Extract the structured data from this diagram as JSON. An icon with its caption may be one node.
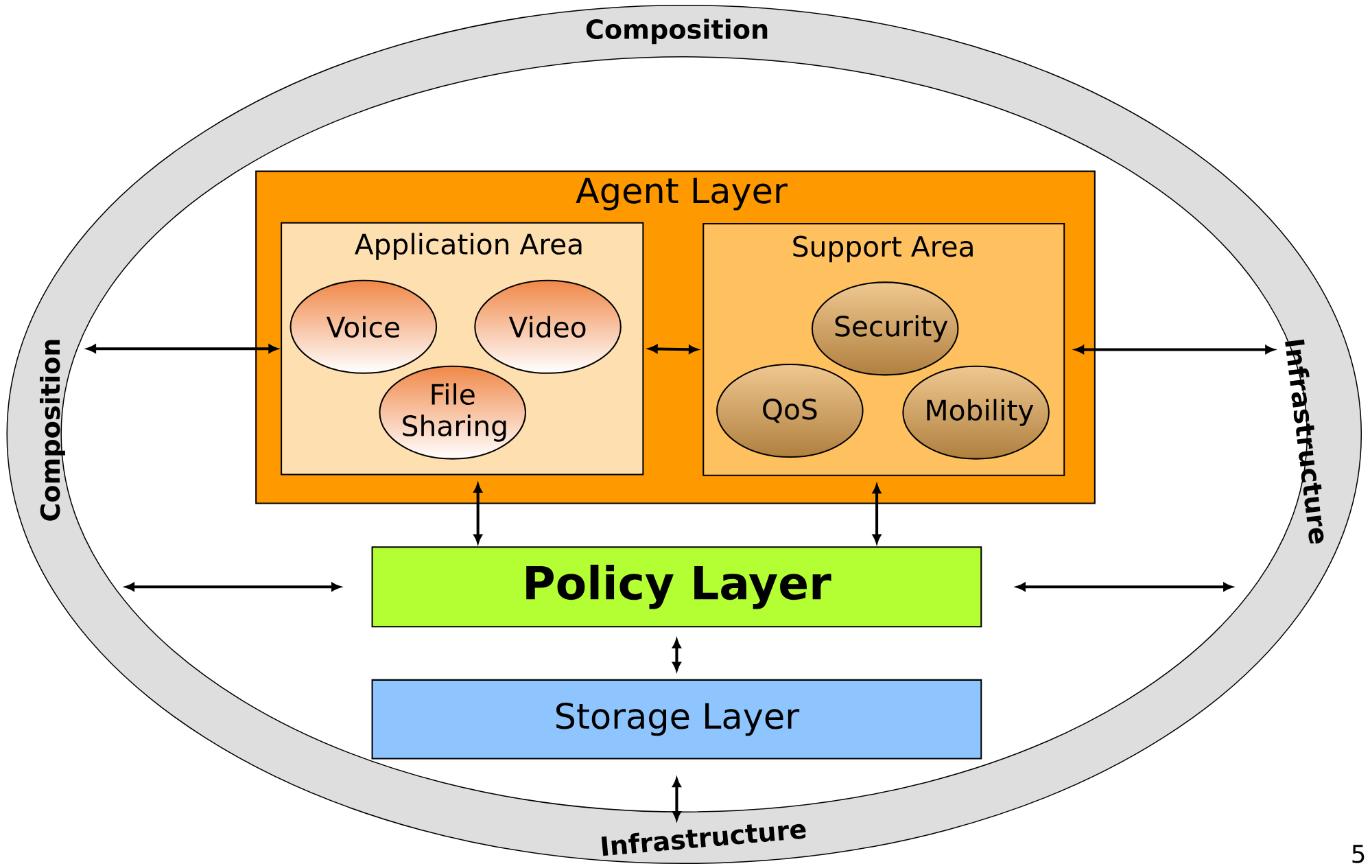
{
  "diagram": {
    "nodes": [
      {
        "text": [
          "Composition"
        ]
      },
      {
        "text": [
          "Infrastructure"
        ]
      },
      {
        "text": [
          "Infrastructure"
        ]
      },
      {
        "text": [
          "Agent Layer"
        ]
      },
      {
        "text": [
          "Application Area"
        ],
        "in": 3
      },
      {
        "text": [
          "Voice"
        ],
        "in": 4
      },
      {
        "text": [
          "Video"
        ],
        "in": 4
      },
      {
        "text": [
          "File Sharing"
        ],
        "in": 4
      },
      {
        "text": [
          "Support Area"
        ],
        "in": 3
      },
      {
        "text": [
          "Security"
        ],
        "in": 8
      },
      {
        "text": [
          "QoS"
        ],
        "in": 8
      },
      {
        "text": [
          "Mobility"
        ],
        "in": 8
      },
      {
        "text": [
          "Policy Layer"
        ]
      },
      {
        "text": [
          "Storage Layer"
        ]
      }
    ],
    "edges": [
      {
        "from": 0,
        "to": 4,
        "arrow": "both"
      },
      {
        "from": 4,
        "to": 8,
        "arrow": "both"
      },
      {
        "from": 8,
        "to": 1,
        "arrow": "both"
      },
      {
        "from": 4,
        "to": 12,
        "arrow": "both"
      },
      {
        "from": 8,
        "to": 12,
        "arrow": "both"
      },
      {
        "from": 0,
        "to": 12,
        "arrow": "both"
      },
      {
        "from": 12,
        "to": 1,
        "arrow": "both"
      },
      {
        "from": 12,
        "to": 13,
        "arrow": "both"
      },
      {
        "from": 13,
        "to": 2,
        "arrow": "both"
      }
    ],
    "labels": [
      "Composition",
      "5"
    ]
  }
}
